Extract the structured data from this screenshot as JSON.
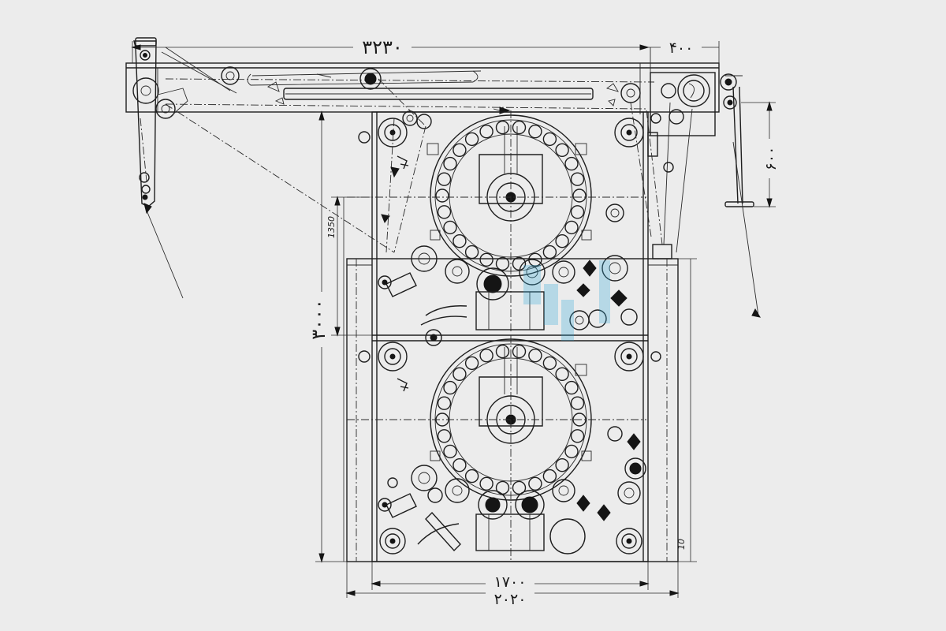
{
  "dimensions": {
    "top_width": "۳۲۳۰",
    "top_right": "۴۰۰",
    "right_height": "۶۰۰",
    "left_height_total": "۳۰۰۰",
    "left_height_partial": "1350",
    "bottom_inner": "۱۷۰۰",
    "bottom_outer": "۲۰۲۰",
    "right_small": "10"
  },
  "watermark": {
    "label": "watermark-logo"
  }
}
